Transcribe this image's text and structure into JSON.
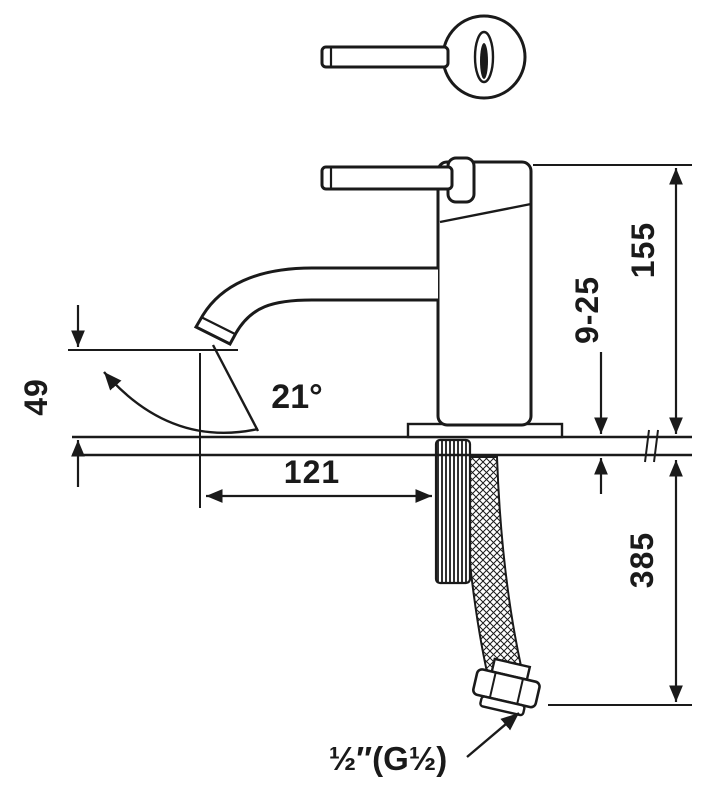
{
  "page": {
    "background": "#ffffff",
    "ink": "#1a1a1a"
  },
  "drawing": {
    "dims": {
      "total_height": "155",
      "deck_thickness_range": "9-25",
      "spout_height": "49",
      "spout_reach": "121",
      "hose_length": "385",
      "stream_angle": "21°",
      "thread_size": "½″(G½)"
    }
  }
}
